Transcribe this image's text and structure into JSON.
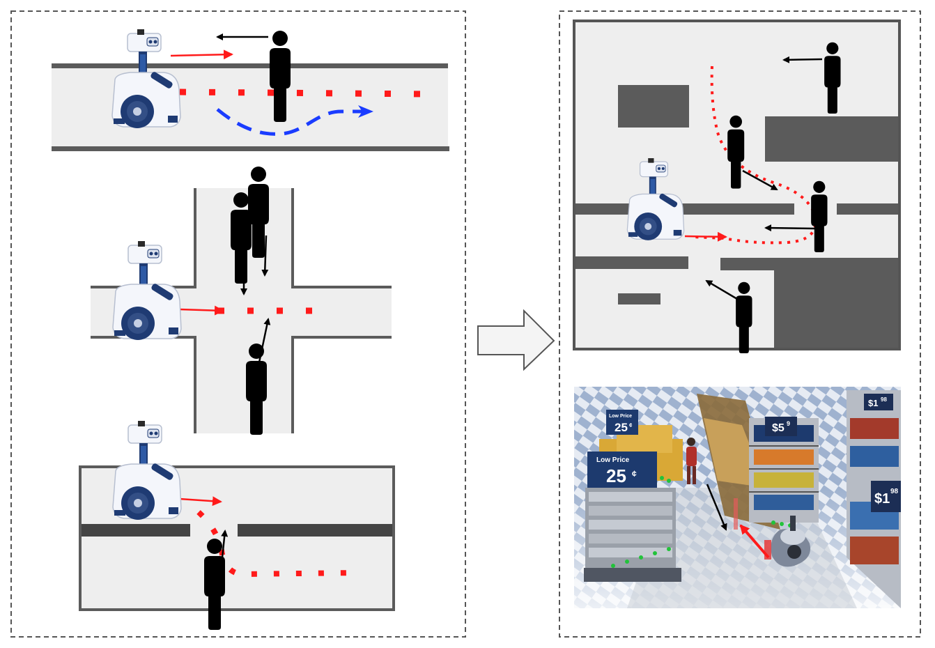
{
  "colors": {
    "panel_border": "#555555",
    "floor": "#eeeeee",
    "wall": "#5b5b5b",
    "robot_path": "#ff1a1a",
    "avoid_path": "#1a3cff",
    "person": "#000000",
    "robot_body": "#f4f6fb",
    "robot_accent": "#1f3b73"
  },
  "icons": {
    "robot": "mobile-robot-icon",
    "person": "pedestrian-icon",
    "transition": "right-arrow-icon"
  },
  "signs": {
    "sign1_small": "Low Price",
    "sign1_big": "25",
    "sign1_unit": "¢",
    "sign2_small": "Low Price",
    "sign2_big": "25",
    "sign2_unit": "¢",
    "sign3_big": "$5",
    "sign3_small": "9",
    "sign4_big": "$1",
    "sign4_small": "98",
    "sign5_big": "$1",
    "sign5_small": "98"
  }
}
